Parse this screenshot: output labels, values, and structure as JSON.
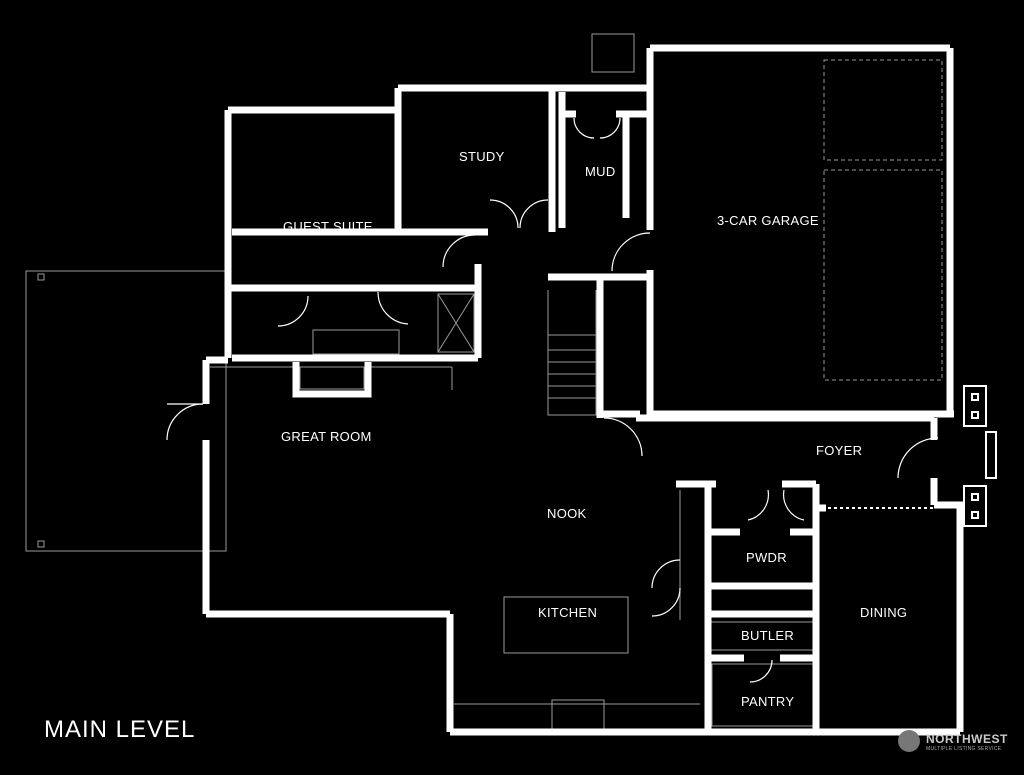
{
  "plan": {
    "level_title": "MAIN LEVEL",
    "rooms": {
      "guest_suite": "GUEST SUITE",
      "study": "STUDY",
      "mud": "MUD",
      "garage": "3-CAR GARAGE",
      "great_room": "GREAT ROOM",
      "foyer": "FOYER",
      "nook": "NOOK",
      "pwdr": "PWDR",
      "kitchen": "KITCHEN",
      "dining": "DINING",
      "butler": "BUTLER",
      "pantry": "PANTRY"
    },
    "colors": {
      "background": "#000000",
      "walls": "#ffffff",
      "fixtures": "#9a9a9a"
    }
  },
  "watermark": {
    "name": "NORTHWEST",
    "subtitle": "MULTIPLE LISTING SERVICE"
  }
}
